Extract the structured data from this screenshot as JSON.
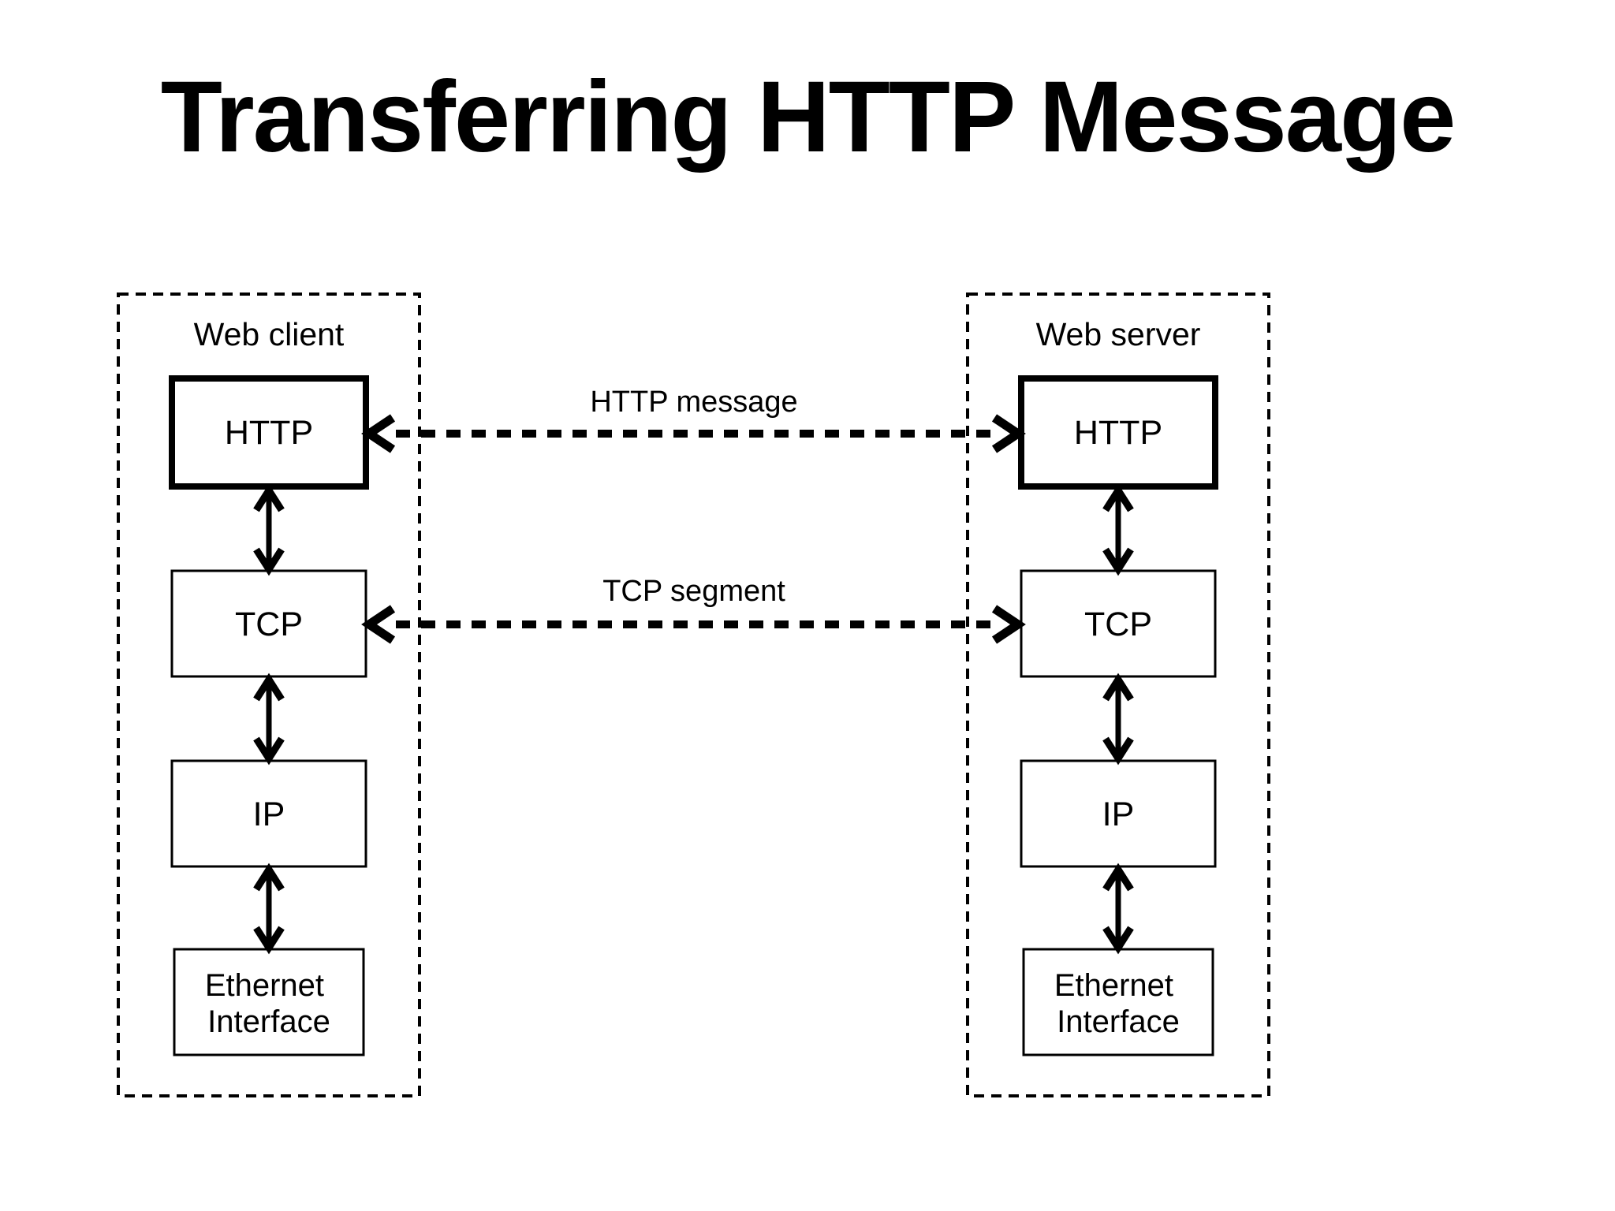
{
  "title": "Transferring HTTP Message",
  "client": {
    "label": "Web client",
    "layers": {
      "http": "HTTP",
      "tcp": "TCP",
      "ip": "IP",
      "ethernet_line1": "Ethernet",
      "ethernet_line2": "Interface"
    }
  },
  "server": {
    "label": "Web server",
    "layers": {
      "http": "HTTP",
      "tcp": "TCP",
      "ip": "IP",
      "ethernet_line1": "Ethernet",
      "ethernet_line2": "Interface"
    }
  },
  "connections": {
    "http_message_label": "HTTP message",
    "tcp_segment_label": "TCP segment"
  },
  "colors": {
    "ink": "#000000",
    "background": "#ffffff"
  }
}
